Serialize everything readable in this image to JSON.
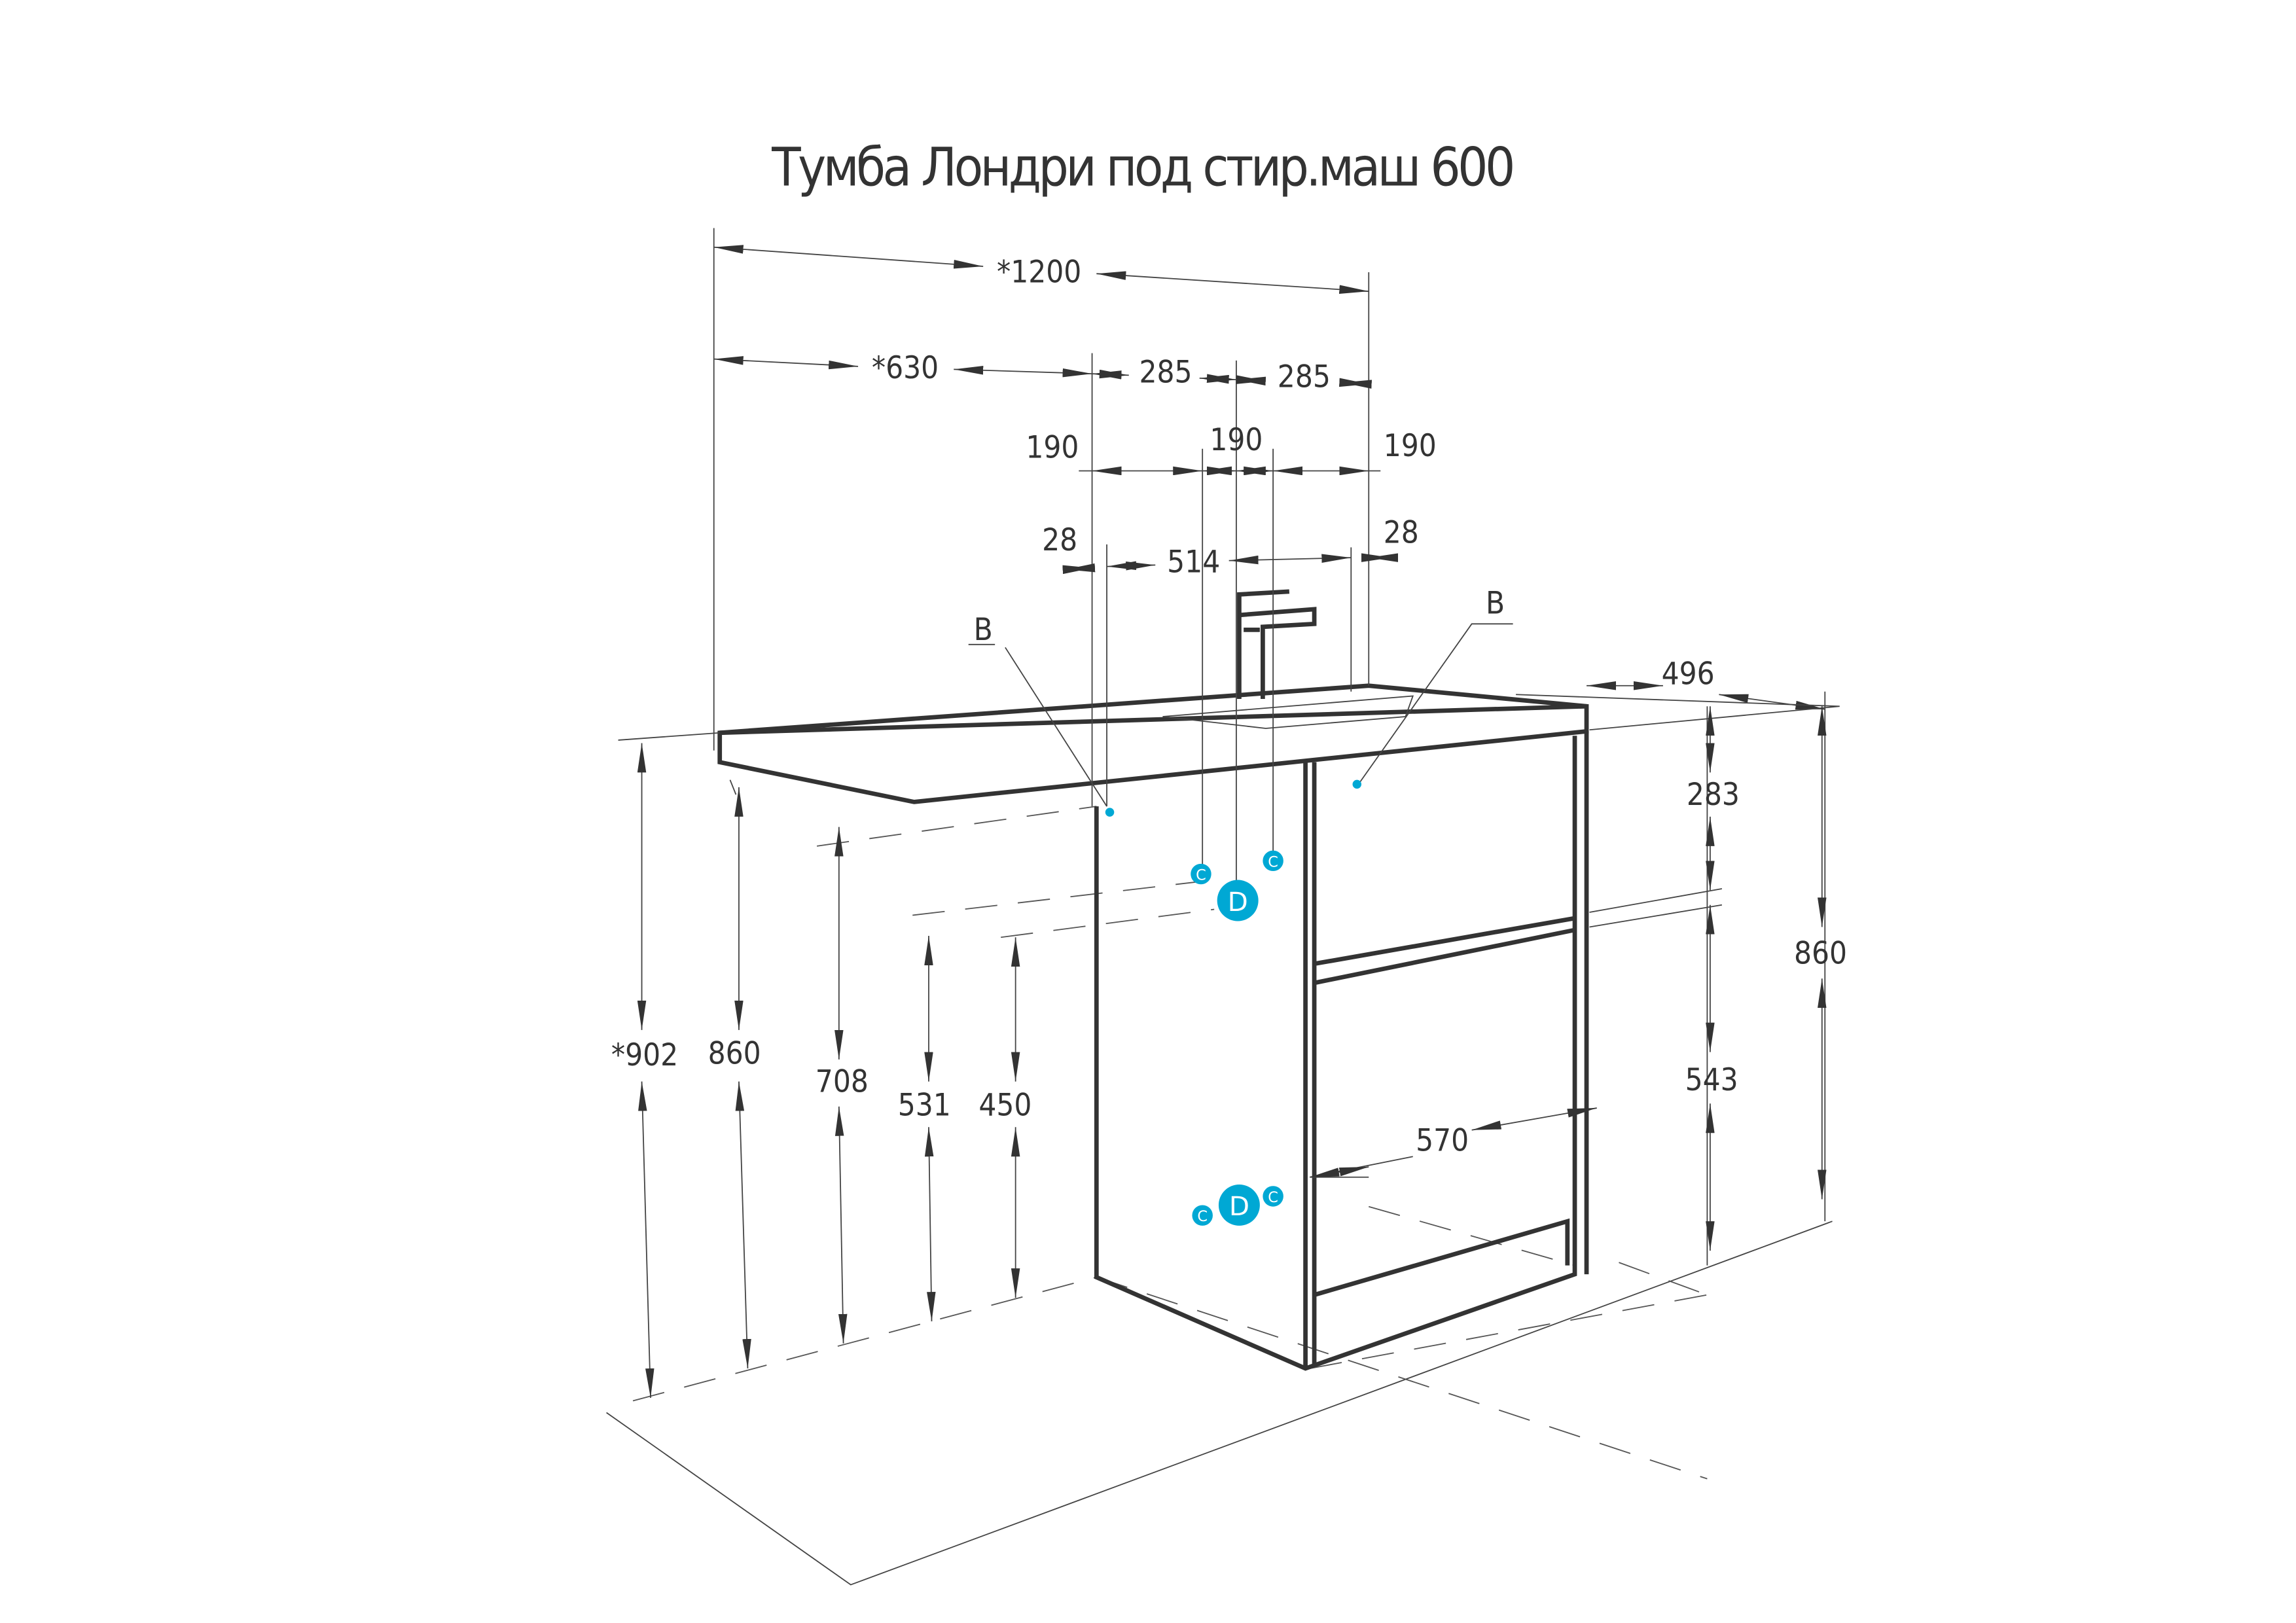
{
  "title": "Тумба Лондри под стир.маш 600",
  "colors": {
    "line": "#333333",
    "connector": "#00a8d4"
  },
  "dimensions": {
    "total_width": "*1200",
    "left_width": "*630",
    "half_left": "285",
    "half_right": "285",
    "c_left": "190",
    "c_mid": "190",
    "c_right": "190",
    "side_left": "28",
    "inner": "514",
    "side_right": "28",
    "depth": "496",
    "drawer_top": "283",
    "height_right": "860",
    "drawer_bottom": "543",
    "depth_inner": "570",
    "height_total": "*902",
    "height_left": "860",
    "h708": "708",
    "h531": "531",
    "h450": "450"
  },
  "callouts": {
    "b_left": "B",
    "b_right": "B"
  },
  "connectors": {
    "cold": "C",
    "drain": "D"
  },
  "icons": [
    "faucet-icon",
    "connector-c-icon",
    "connector-d-icon"
  ]
}
